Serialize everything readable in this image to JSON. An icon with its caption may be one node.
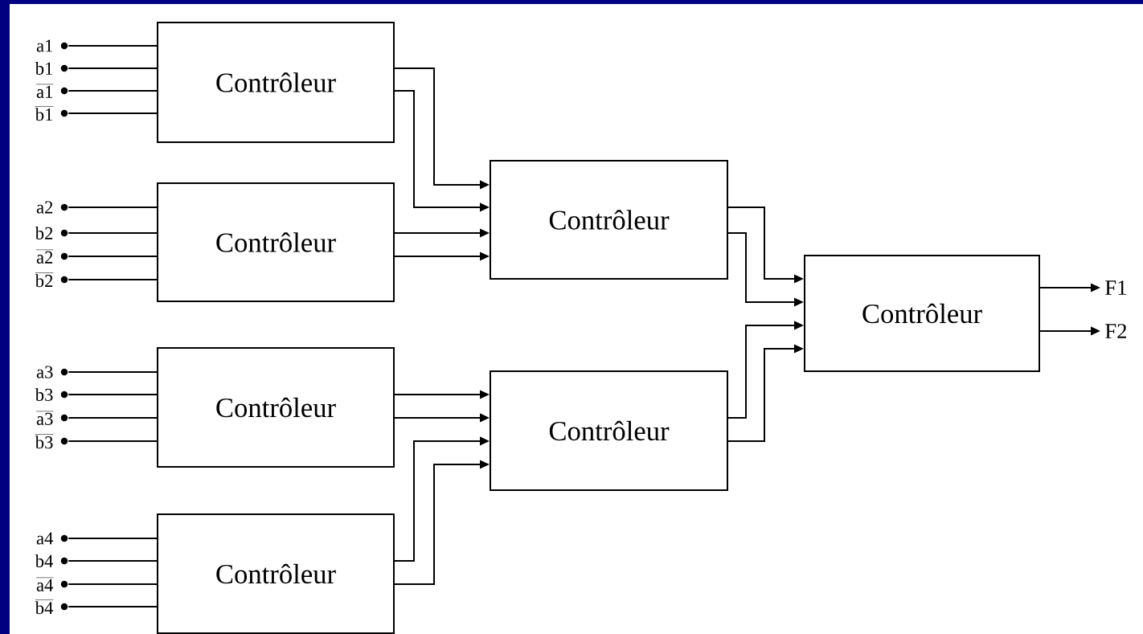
{
  "diagram": {
    "nodes": [
      {
        "text": [
          "Contrôleur"
        ]
      },
      {
        "text": [
          "Contrôleur"
        ]
      },
      {
        "text": [
          "Contrôleur"
        ]
      },
      {
        "text": [
          "Contrôleur"
        ]
      },
      {
        "text": [
          "Contrôleur"
        ]
      },
      {
        "text": [
          "Contrôleur"
        ]
      },
      {
        "text": [
          "Contrôleur"
        ]
      },
      {
        "text": [],
        "shape": "circle",
        "beside": [
          "a1"
        ]
      },
      {
        "text": [],
        "shape": "circle",
        "beside": [
          "b1"
        ]
      },
      {
        "text": [],
        "shape": "circle",
        "beside": [
          "\\overline{\\mathrm{a1}}"
        ]
      },
      {
        "text": [],
        "shape": "circle",
        "beside": [
          "\\overline{\\mathrm{b1}}"
        ]
      },
      {
        "text": [],
        "shape": "circle",
        "beside": [
          "a2"
        ]
      },
      {
        "text": [],
        "shape": "circle",
        "beside": [
          "b2"
        ]
      },
      {
        "text": [],
        "shape": "circle",
        "beside": [
          "\\overline{\\mathrm{a2}}"
        ]
      },
      {
        "text": [],
        "shape": "circle",
        "beside": [
          "\\overline{\\mathrm{b2}}"
        ]
      },
      {
        "text": [],
        "shape": "circle",
        "beside": [
          "a3"
        ]
      },
      {
        "text": [],
        "shape": "circle",
        "beside": [
          "b3"
        ]
      },
      {
        "text": [],
        "shape": "circle",
        "beside": [
          "\\overline{\\mathrm{a3}}"
        ]
      },
      {
        "text": [],
        "shape": "circle",
        "beside": [
          "\\overline{\\mathrm{b3}}"
        ]
      },
      {
        "text": [],
        "shape": "circle",
        "beside": [
          "a4"
        ]
      },
      {
        "text": [],
        "shape": "circle",
        "beside": [
          "b4"
        ]
      },
      {
        "text": [],
        "shape": "circle",
        "beside": [
          "\\overline{\\mathrm{a4}}"
        ]
      },
      {
        "text": [],
        "shape": "circle",
        "beside": [
          "\\overline{\\mathrm{b4}}"
        ]
      },
      {
        "text": [
          "F1"
        ]
      },
      {
        "text": [
          "F2"
        ]
      }
    ],
    "edges": [
      {
        "from": 7,
        "to": 0,
        "arrow": "none"
      },
      {
        "from": 8,
        "to": 0,
        "arrow": "none"
      },
      {
        "from": 9,
        "to": 0,
        "arrow": "none"
      },
      {
        "from": 10,
        "to": 0,
        "arrow": "none"
      },
      {
        "from": 11,
        "to": 1,
        "arrow": "none"
      },
      {
        "from": 12,
        "to": 1,
        "arrow": "none"
      },
      {
        "from": 13,
        "to": 1,
        "arrow": "none"
      },
      {
        "from": 14,
        "to": 1,
        "arrow": "none"
      },
      {
        "from": 15,
        "to": 4,
        "arrow": "none"
      },
      {
        "from": 16,
        "to": 4,
        "arrow": "none"
      },
      {
        "from": 17,
        "to": 4,
        "arrow": "none"
      },
      {
        "from": 18,
        "to": 4,
        "arrow": "none"
      },
      {
        "from": 19,
        "to": 6,
        "arrow": "none"
      },
      {
        "from": 20,
        "to": 6,
        "arrow": "none"
      },
      {
        "from": 21,
        "to": 6,
        "arrow": "none"
      },
      {
        "from": 22,
        "to": 6,
        "arrow": "none"
      },
      {
        "from": 0,
        "to": 2,
        "arrow": "to"
      },
      {
        "from": 0,
        "to": 2,
        "arrow": "to"
      },
      {
        "from": 1,
        "to": 2,
        "arrow": "to"
      },
      {
        "from": 1,
        "to": 2,
        "arrow": "to"
      },
      {
        "from": 4,
        "to": 5,
        "arrow": "to"
      },
      {
        "from": 4,
        "to": 5,
        "arrow": "to"
      },
      {
        "from": 6,
        "to": 5,
        "arrow": "to"
      },
      {
        "from": 6,
        "to": 5,
        "arrow": "to"
      },
      {
        "from": 2,
        "to": 3,
        "arrow": "to"
      },
      {
        "from": 2,
        "to": 3,
        "arrow": "to"
      },
      {
        "from": 5,
        "to": 3,
        "arrow": "to"
      },
      {
        "from": 5,
        "to": 3,
        "arrow": "to"
      },
      {
        "from": 3,
        "to": 23,
        "arrow": "to"
      },
      {
        "from": 3,
        "to": 24,
        "arrow": "to"
      }
    ]
  }
}
